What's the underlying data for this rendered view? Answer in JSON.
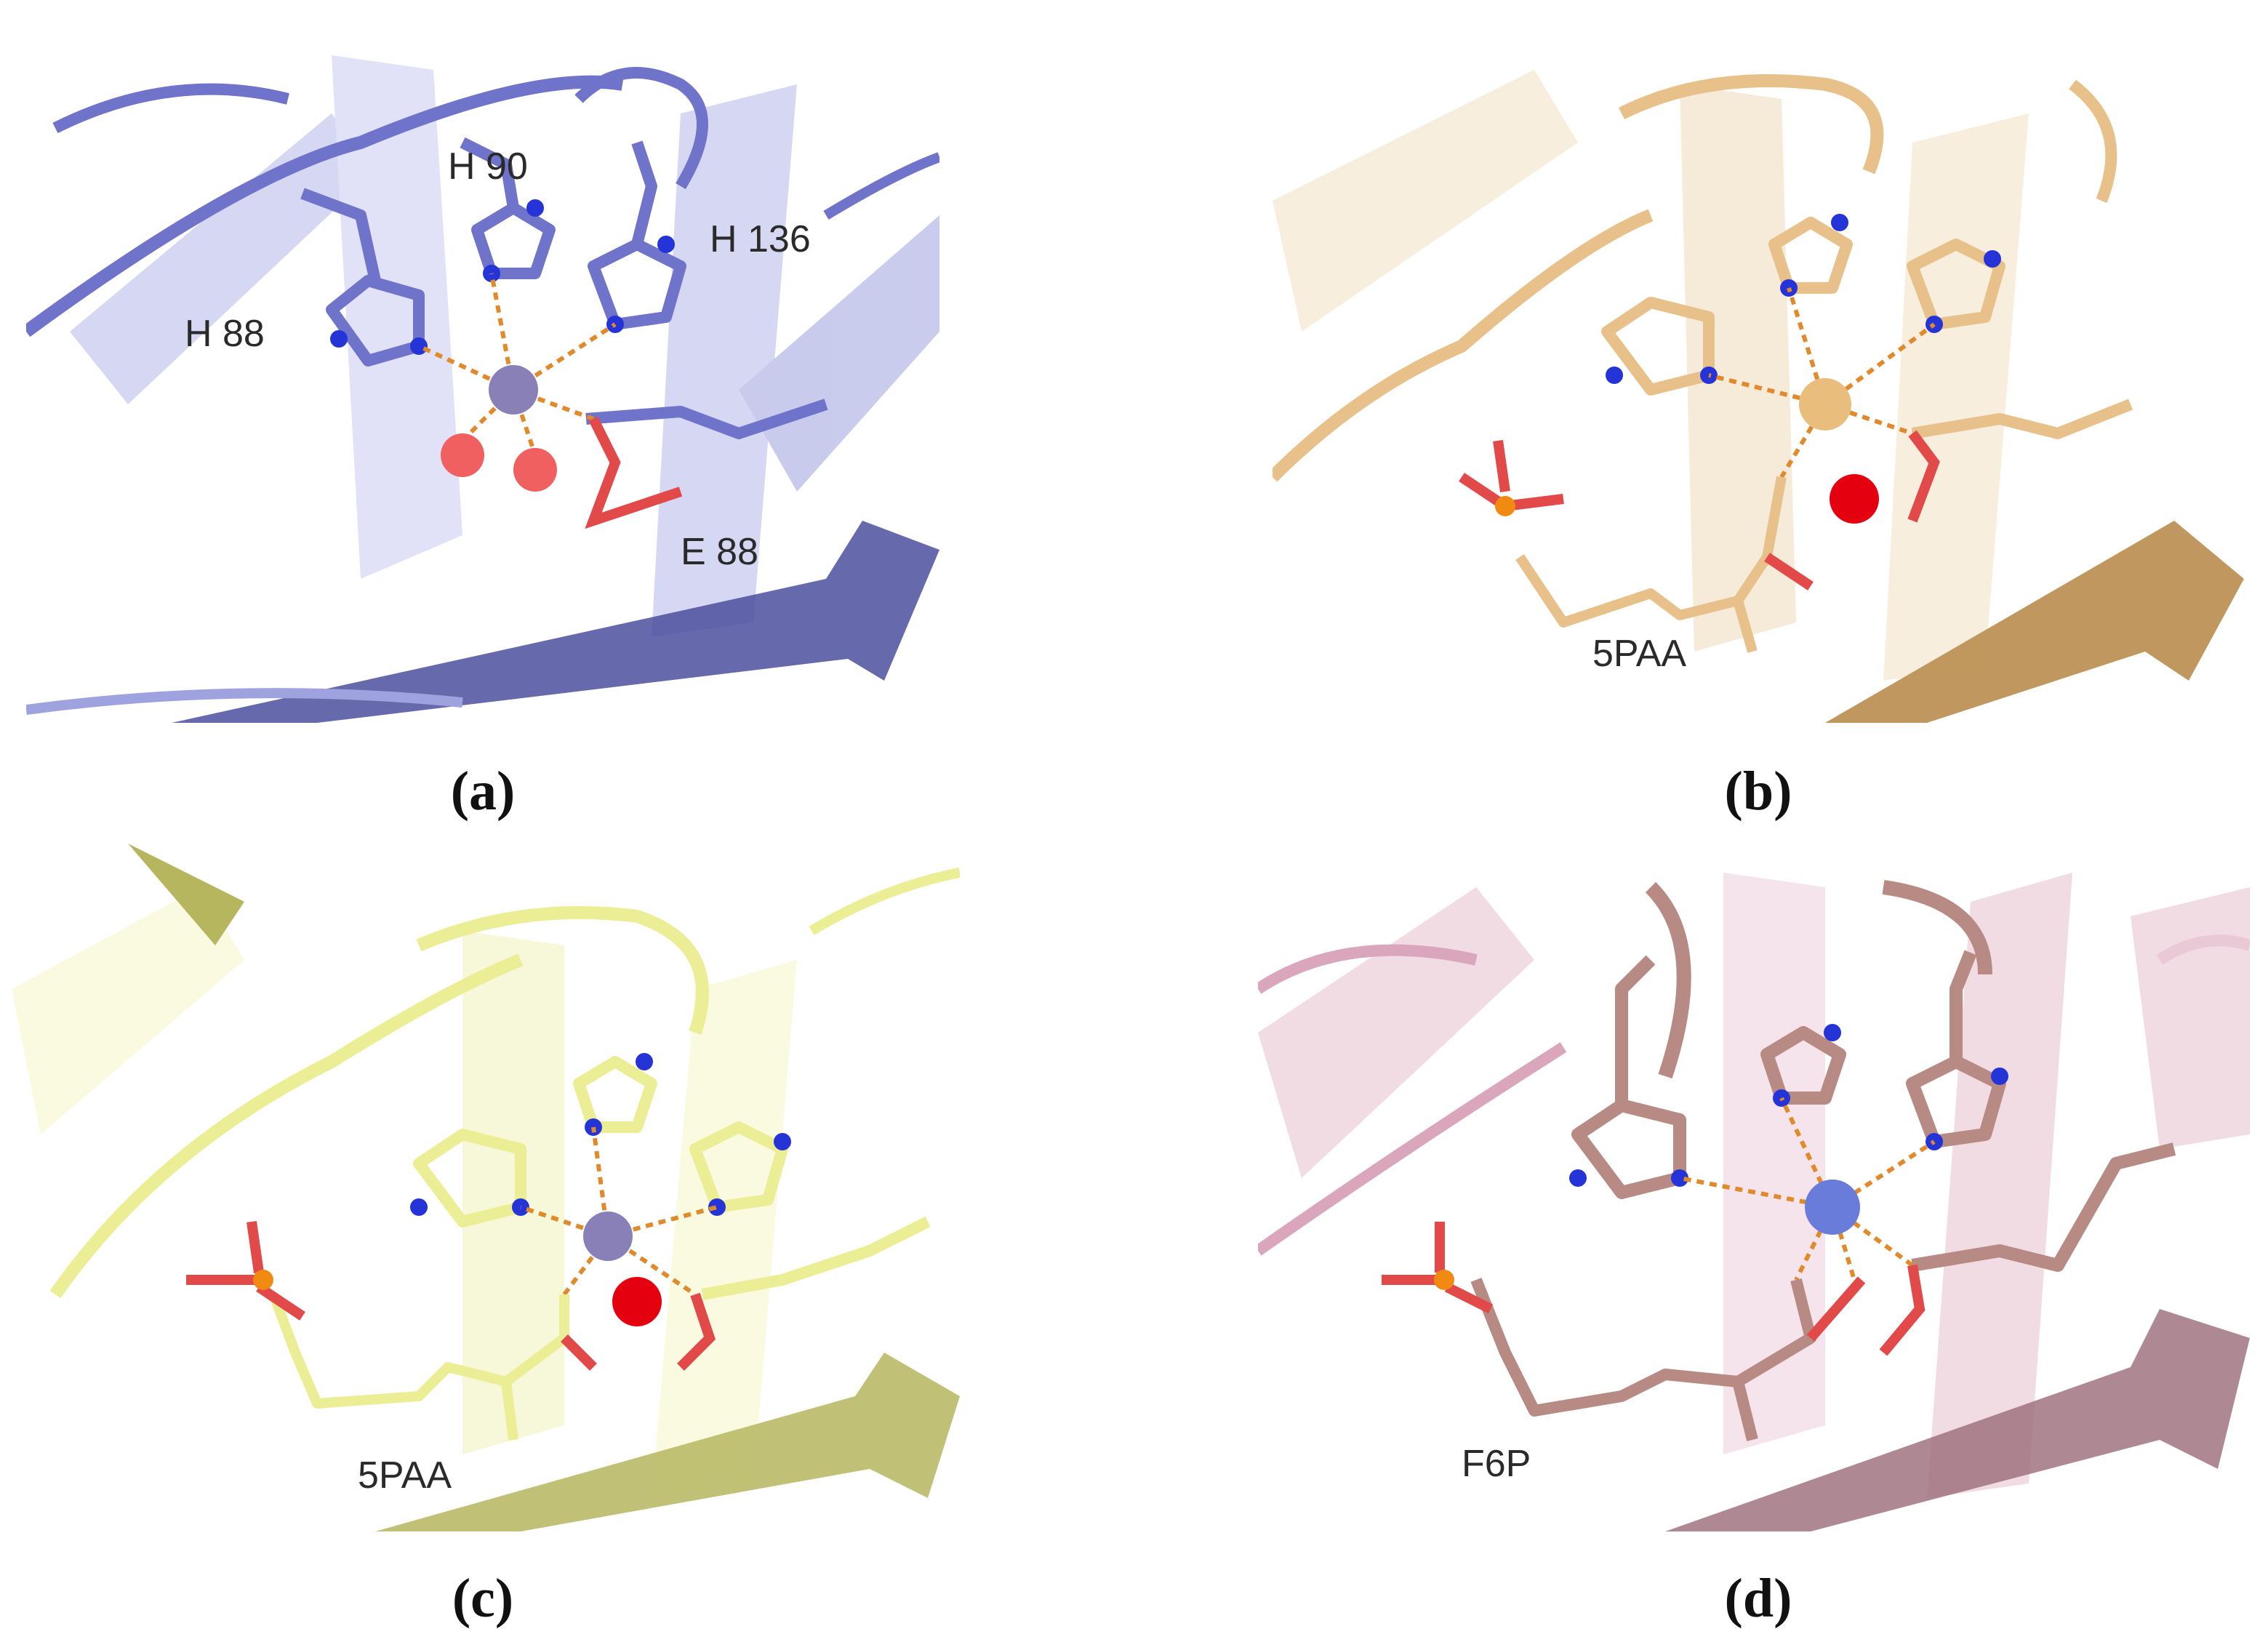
{
  "panels": [
    {
      "caption": "(a)",
      "labels": [
        "H 90",
        "H 136",
        "H 88",
        "E 88"
      ],
      "colors": {
        "protein": "#6f73c9",
        "protein_light": "#b4b7ea",
        "protein_dark": "#4b4f9c",
        "metal": "#8a80b8",
        "water": "#f06060"
      }
    },
    {
      "caption": "(b)",
      "labels": [
        "5PAA"
      ],
      "colors": {
        "protein": "#e7c08a",
        "protein_light": "#f4e3c8",
        "protein_dark": "#b98d4e",
        "metal": "#e9bd7c",
        "water": "#e50010"
      }
    },
    {
      "caption": "(c)",
      "labels": [
        "5PAA"
      ],
      "colors": {
        "protein": "#ecee96",
        "protein_light": "#f6f6cc",
        "protein_dark": "#b5b65e",
        "metal": "#8a80b8",
        "water": "#e50010"
      }
    },
    {
      "caption": "(d)",
      "labels": [
        "F6P"
      ],
      "colors": {
        "protein": "#b78a84",
        "protein_light": "#e9c9d6",
        "protein_dark": "#9a6b78",
        "metal": "#6a7cd9",
        "water": "#e50010"
      }
    }
  ],
  "atom_colors": {
    "nitrogen": "#2534d6",
    "oxygen": "#e24a4a",
    "phosphorus": "#f08a10",
    "bond": "#e08a2c"
  }
}
